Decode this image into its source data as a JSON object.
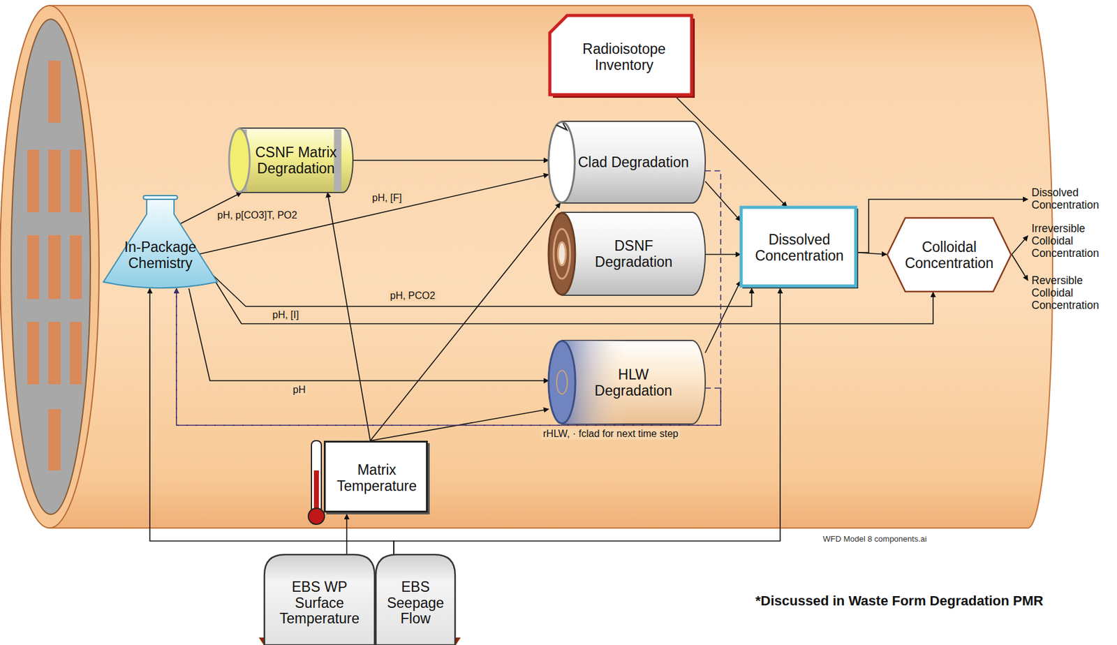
{
  "diagram": {
    "nodes": [
      {
        "text": [
          "Radioisotope Inventory"
        ]
      },
      {
        "text": [
          "CSNF Matrix Degradation"
        ]
      },
      {
        "text": [
          "Clad Degradation"
        ]
      },
      {
        "text": [
          "In-Package Chemistry"
        ]
      },
      {
        "text": [
          "Dissolved Concentration"
        ]
      },
      {
        "text": [
          "Colloidal Concentration"
        ]
      },
      {
        "text": [
          "DSNF Degradation"
        ]
      },
      {
        "text": [
          "HLW Degradation"
        ]
      },
      {
        "text": [
          "Matrix Temperature"
        ]
      },
      {
        "text": [
          "EBS WP Surface Temperature"
        ]
      },
      {
        "text": [
          "EBS Seepage Flow"
        ]
      }
    ],
    "edges": [
      {
        "from": 3,
        "to": 1,
        "arrow": "to",
        "label": "pH, p[CO3]T, PO2"
      },
      {
        "from": 3,
        "to": 2,
        "arrow": "to",
        "label": "pH, [F]"
      },
      {
        "from": 3,
        "to": 4,
        "arrow": "to",
        "label": "pH, PCO2"
      },
      {
        "from": 3,
        "to": 5,
        "arrow": "to",
        "label": "pH, [I]"
      },
      {
        "from": 3,
        "to": 7,
        "arrow": "to",
        "label": "pH"
      },
      {
        "from": 1,
        "to": 2,
        "arrow": "to"
      },
      {
        "from": 0,
        "to": 4,
        "arrow": "to"
      },
      {
        "from": 2,
        "to": 4,
        "arrow": "to"
      },
      {
        "from": 6,
        "to": 4,
        "arrow": "to"
      },
      {
        "from": 7,
        "to": 4,
        "arrow": "to"
      },
      {
        "from": 4,
        "to": 5,
        "arrow": "to"
      },
      {
        "from": 8,
        "to": 1,
        "arrow": "to"
      },
      {
        "from": 8,
        "to": 2,
        "arrow": "to"
      },
      {
        "from": 8,
        "to": 7,
        "arrow": "to"
      },
      {
        "from": 9,
        "to": 8,
        "arrow": "to"
      },
      {
        "from": 10,
        "to": 3,
        "arrow": "to"
      },
      {
        "from": 10,
        "to": 4,
        "arrow": "to"
      },
      {
        "from": 2,
        "to": 3,
        "arrow": "to"
      },
      {
        "from": 7,
        "to": 3,
        "arrow": "to",
        "label": "rHLW, · fclad for next time step"
      }
    ],
    "labels": [
      "Dissolved Concentration",
      "Irreversible Colloidal Concentration",
      "Reversible Colloidal Concentration",
      "WFD Model 8 components.ai",
      "*Discussed in Waste Form Degradation PMR"
    ]
  }
}
